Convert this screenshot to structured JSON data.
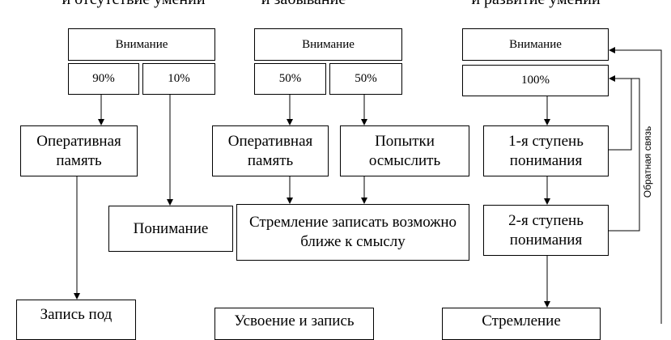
{
  "headers": [
    "и отсутствие умений",
    "и забывание",
    "и развитие умений"
  ],
  "col1": {
    "attention": "Внимание",
    "p1": "90%",
    "p2": "10%",
    "memory": "Оперативная память",
    "understanding": "Понимание",
    "record": "Запись под"
  },
  "col2": {
    "attention": "Внимание",
    "p1": "50%",
    "p2": "50%",
    "memory": "Оперативная память",
    "attempts": "Попытки осмыслить",
    "strive": "Стремление записать возможно ближе к смыслу",
    "assimilation": "Усвоение и запись"
  },
  "col3": {
    "attention": "Внимание",
    "p1": "100%",
    "step1": "1-я ступень понимания",
    "step2": "2-я ступень понимания",
    "strive": "Стремление"
  },
  "feedback_label": "Обратная связь"
}
